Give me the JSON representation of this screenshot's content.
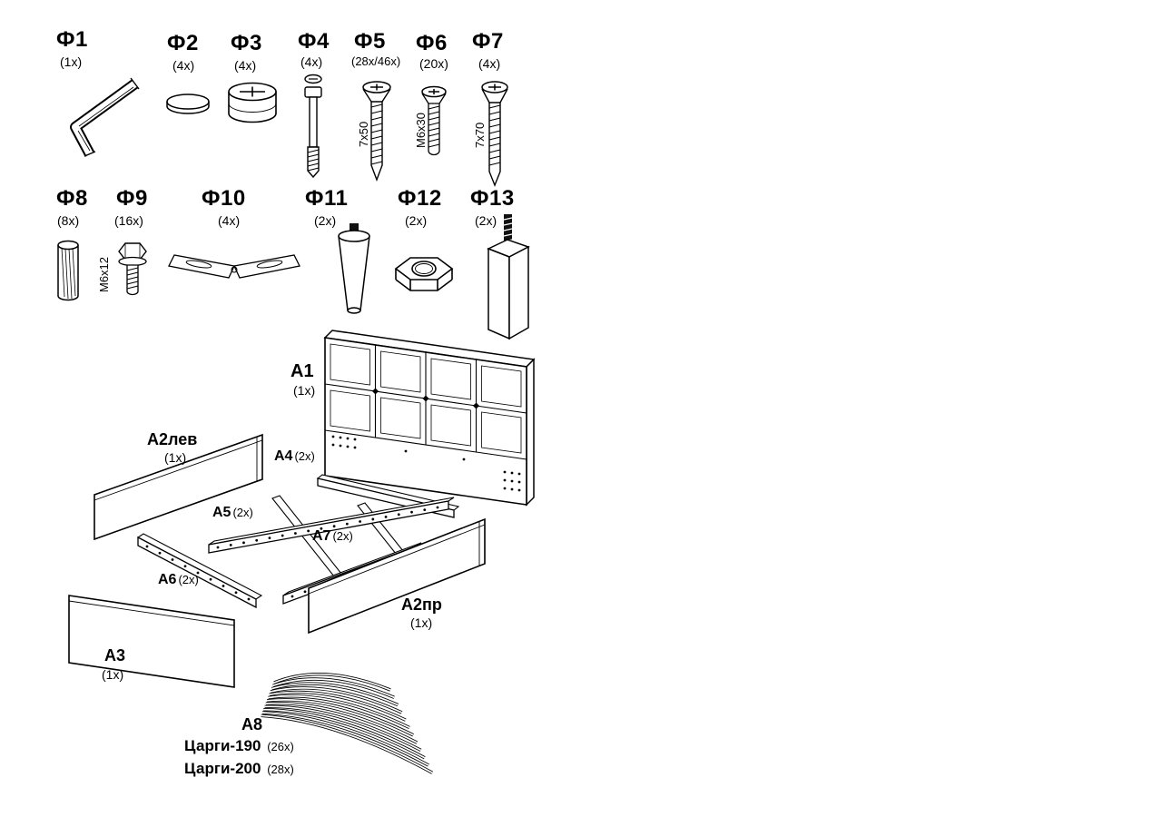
{
  "hardware": [
    {
      "id": "Ф1",
      "qty": "(1x)"
    },
    {
      "id": "Ф2",
      "qty": "(4x)"
    },
    {
      "id": "Ф3",
      "qty": "(4x)"
    },
    {
      "id": "Ф4",
      "qty": "(4x)"
    },
    {
      "id": "Ф5",
      "qty": "(28x/46x)",
      "size": "7x50"
    },
    {
      "id": "Ф6",
      "qty": "(20x)",
      "size": "M6x30"
    },
    {
      "id": "Ф7",
      "qty": "(4x)",
      "size": "7x70"
    },
    {
      "id": "Ф8",
      "qty": "(8x)"
    },
    {
      "id": "Ф9",
      "qty": "(16x)",
      "size": "M6x12"
    },
    {
      "id": "Ф10",
      "qty": "(4x)"
    },
    {
      "id": "Ф11",
      "qty": "(2x)"
    },
    {
      "id": "Ф12",
      "qty": "(2x)"
    },
    {
      "id": "Ф13",
      "qty": "(2x)"
    }
  ],
  "panels": {
    "a1": {
      "id": "А1",
      "qty": "(1x)"
    },
    "a2lev": {
      "id": "А2лев",
      "qty": "(1x)"
    },
    "a2pr": {
      "id": "А2пр",
      "qty": "(1x)"
    },
    "a3": {
      "id": "А3",
      "qty": "(1x)"
    },
    "a4": {
      "id": "А4",
      "qty": "(2x)"
    },
    "a5": {
      "id": "А5",
      "qty": "(2x)"
    },
    "a6": {
      "id": "А6",
      "qty": "(2x)"
    },
    "a7": {
      "id": "А7",
      "qty": "(2x)"
    },
    "a8": {
      "id": "А8",
      "row1_label": "Царги-190",
      "row1_qty": "(26x)",
      "row2_label": "Царги-200",
      "row2_qty": "(28x)"
    }
  }
}
